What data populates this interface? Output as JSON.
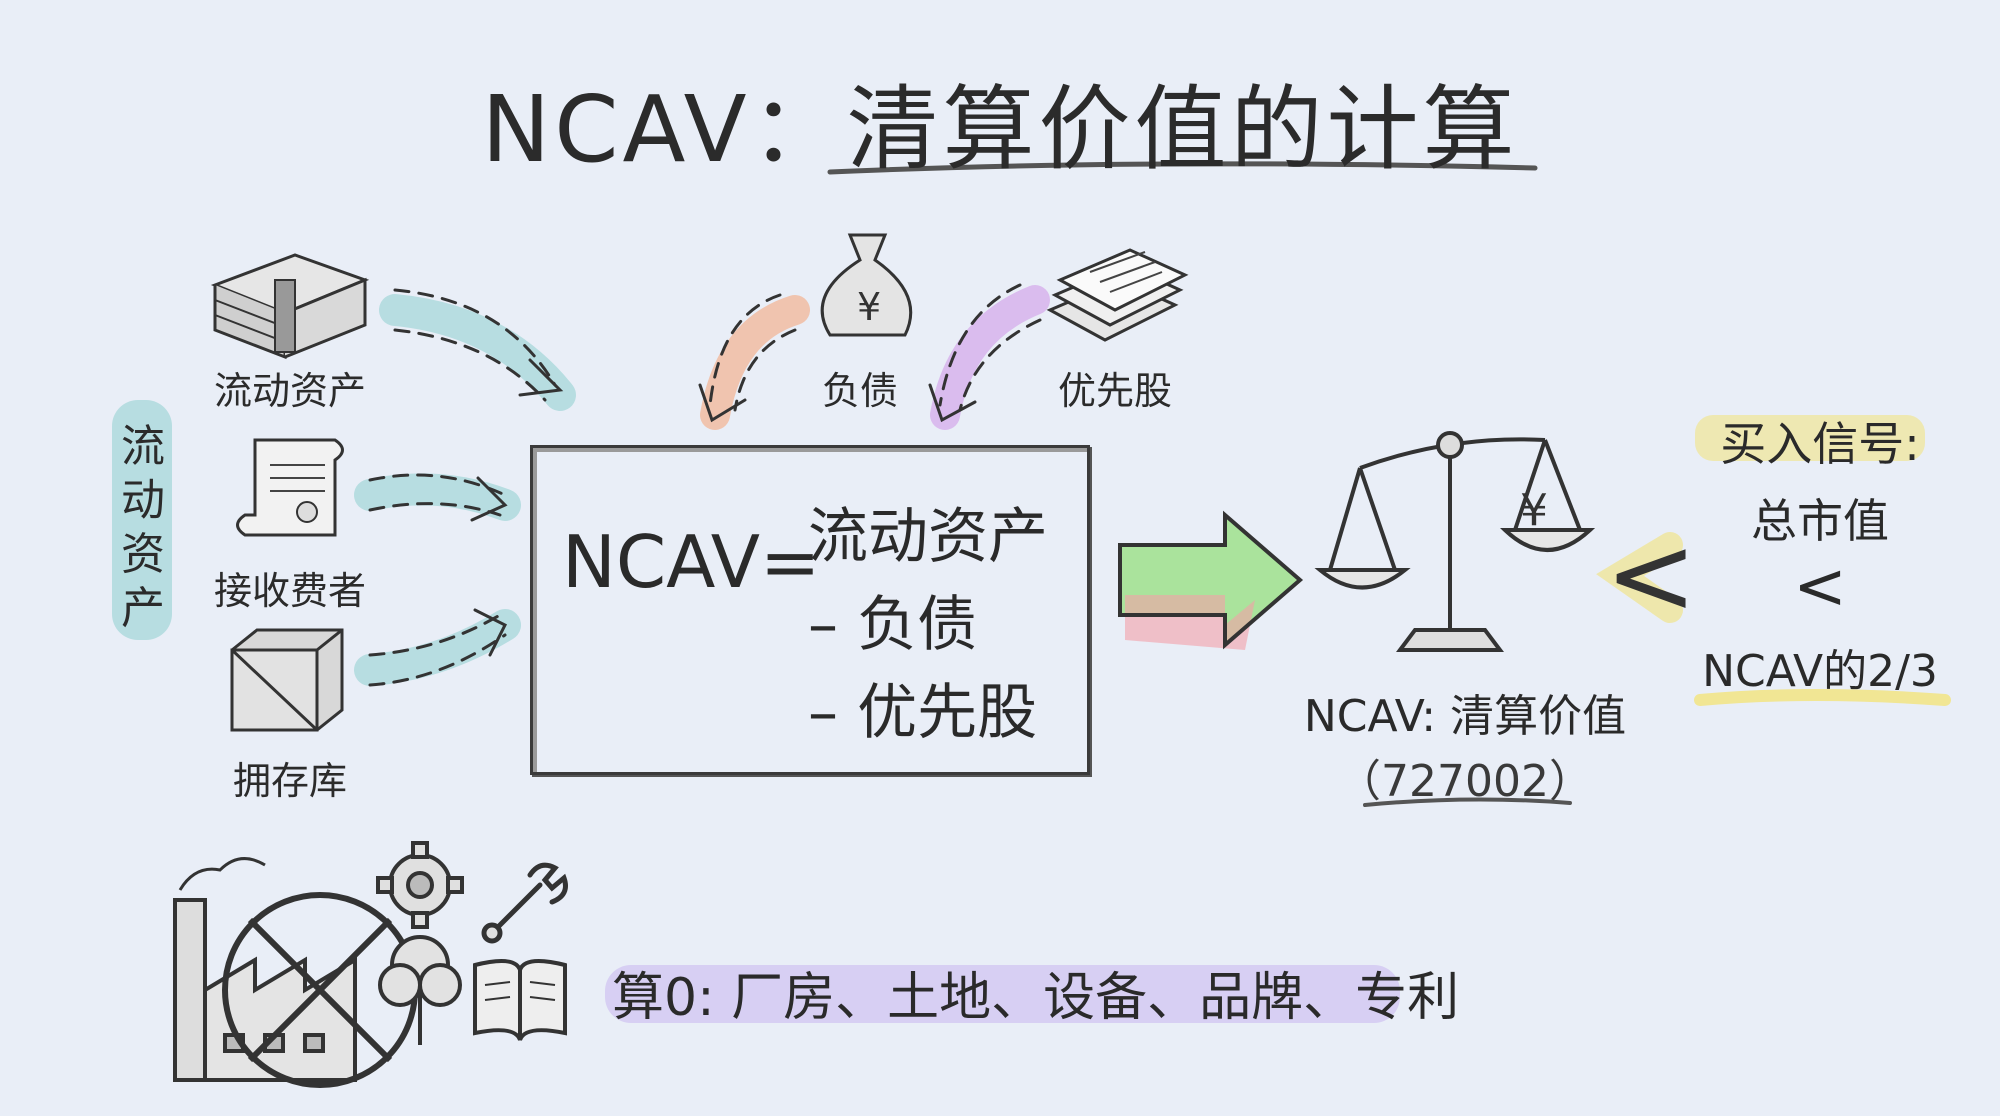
{
  "title": "NCAV：清算价值的计算",
  "inputs": {
    "vertical_label": [
      "流",
      "动",
      "资",
      "产"
    ],
    "items": [
      {
        "label": "流动资产",
        "icon": "cash-stack-icon"
      },
      {
        "label": "接收费者",
        "icon": "scroll-certificate-icon"
      },
      {
        "label": "拥存库",
        "icon": "crate-icon"
      }
    ]
  },
  "deductions": [
    {
      "label": "负债",
      "icon": "money-bag-icon"
    },
    {
      "label": "优先股",
      "icon": "document-stack-icon"
    }
  ],
  "formula": {
    "left": "NCAV=",
    "lines": [
      "流动资产",
      "– 负债",
      "– 优先股"
    ]
  },
  "result": {
    "title": "NCAV: 清算价值",
    "value": "（727002）",
    "icon": "balance-scale-icon",
    "currency_symbol": "¥"
  },
  "buy_signal": {
    "title": "买入信号:",
    "line1": "总市值",
    "lt": "<",
    "line2": "NCAV的2/3",
    "big_lt": "<"
  },
  "excluded": {
    "text": "算0: 厂房、土地、设备、品牌、专利",
    "icons": [
      "factory-crossed-icon",
      "gear-icon",
      "wrench-icon",
      "tree-icon",
      "book-icon"
    ]
  },
  "colors": {
    "teal": "#8ecfcf",
    "orange": "#f5a97f",
    "violet": "#d19be8",
    "green": "#9fe08c",
    "pink": "#f3a0a8",
    "yellow": "#f2e37a",
    "purple_highlight": "#c9b6f0"
  }
}
